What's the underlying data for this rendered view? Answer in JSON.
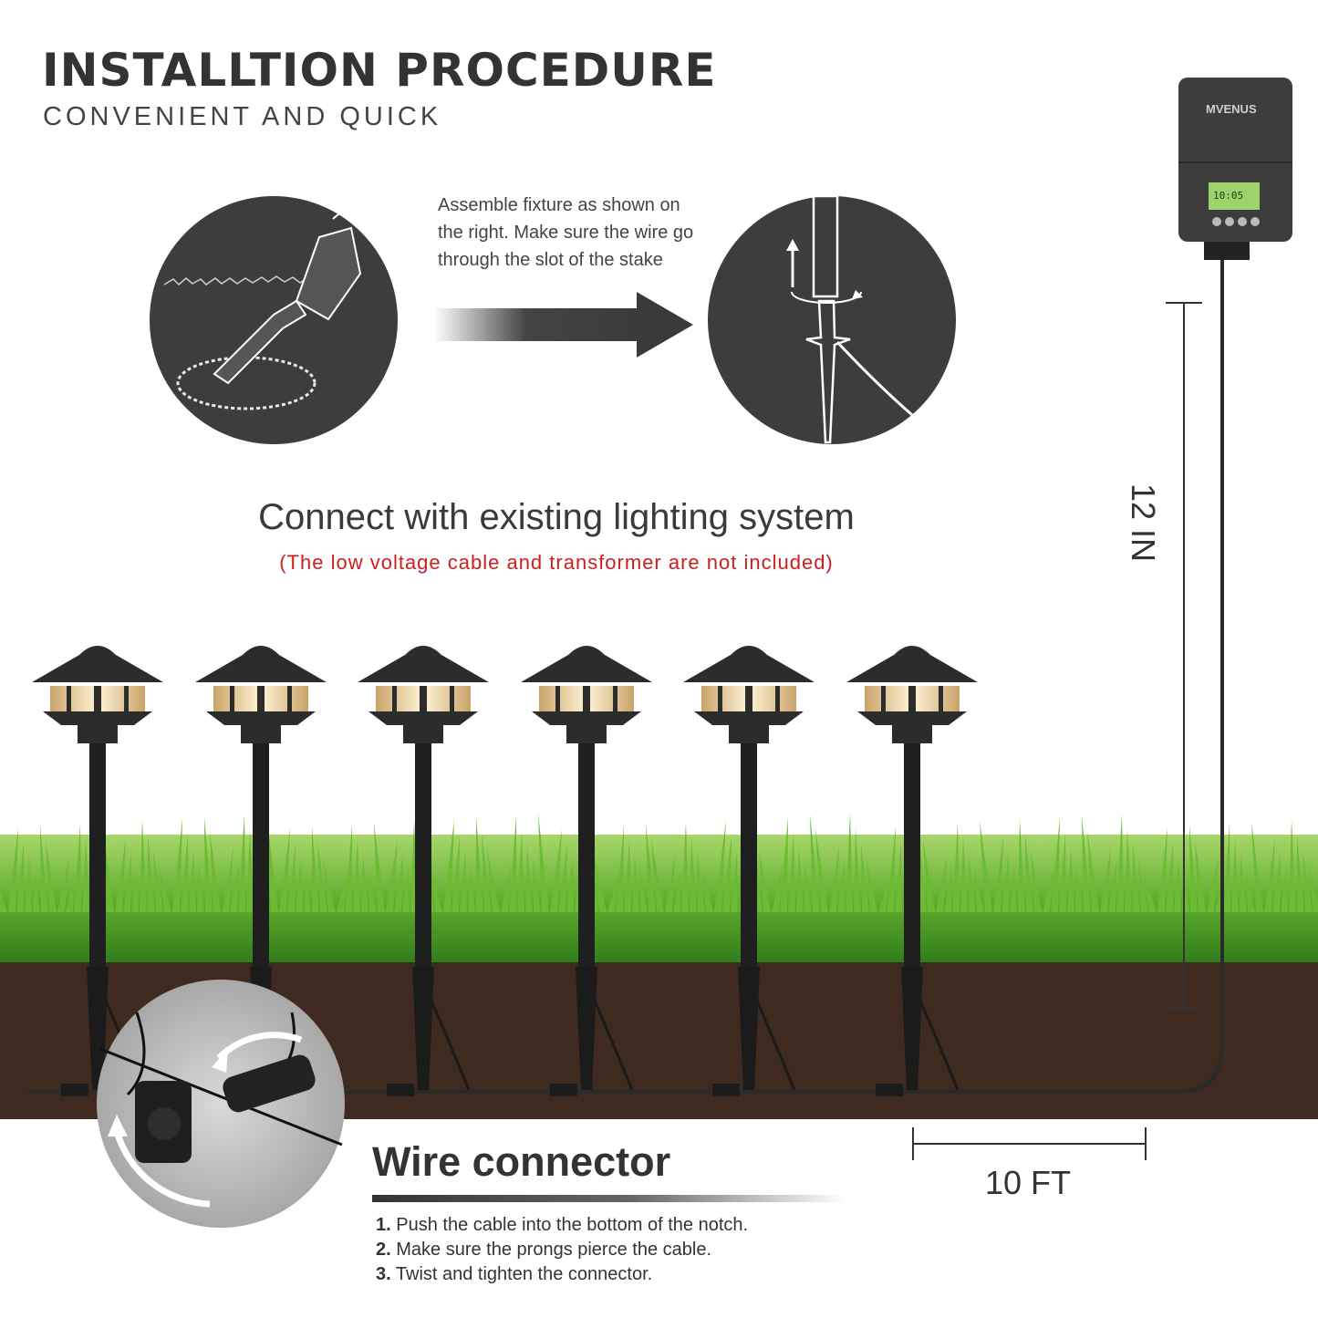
{
  "header": {
    "title": "INSTALLTION PROCEDURE",
    "subtitle": "CONVENIENT AND QUICK"
  },
  "step": {
    "text": "Assemble fixture as shown on the right. Make sure the wire go through the slot of the stake"
  },
  "connect": {
    "heading": "Connect with existing lighting system",
    "note": "(The low voltage cable and transformer are not included)"
  },
  "transformer": {
    "brand": "MVENUS",
    "display": "10:05"
  },
  "dimensions": {
    "height": "12 IN",
    "spacing": "10 FT"
  },
  "wire_connector": {
    "title": "Wire connector",
    "steps": [
      {
        "num": "1.",
        "text": "Push the cable into the bottom of the notch."
      },
      {
        "num": "2.",
        "text": "Make sure the prongs pierce the cable."
      },
      {
        "num": "3.",
        "text": "Twist and tighten the connector."
      }
    ]
  },
  "colors": {
    "dark": "#3d3d3d",
    "note_red": "#cc1f1f",
    "grass": "#5fae2e",
    "soil": "#3e2a1f",
    "light_glow": "#f3d9a4"
  },
  "icons": [
    "digging-trowel-icon",
    "arrow-right-icon",
    "stake-assembly-icon",
    "transformer-icon",
    "wire-connector-icon"
  ]
}
